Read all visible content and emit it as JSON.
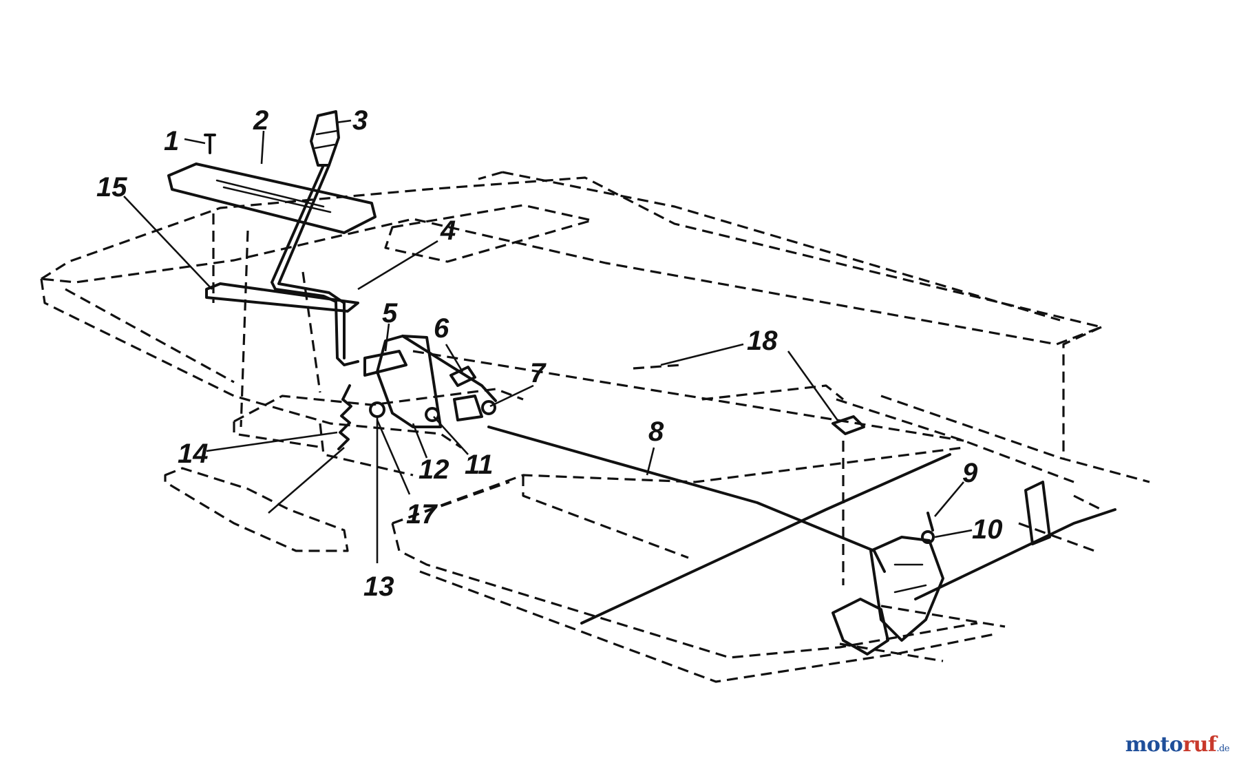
{
  "diagram": {
    "part_labels": [
      "1",
      "2",
      "3",
      "4",
      "5",
      "6",
      "7",
      "8",
      "9",
      "10",
      "11",
      "12",
      "13",
      "14",
      "15",
      "17",
      "18"
    ]
  },
  "watermark": {
    "brand_a": "moto",
    "brand_b": "ruf",
    "suffix": ".de"
  }
}
